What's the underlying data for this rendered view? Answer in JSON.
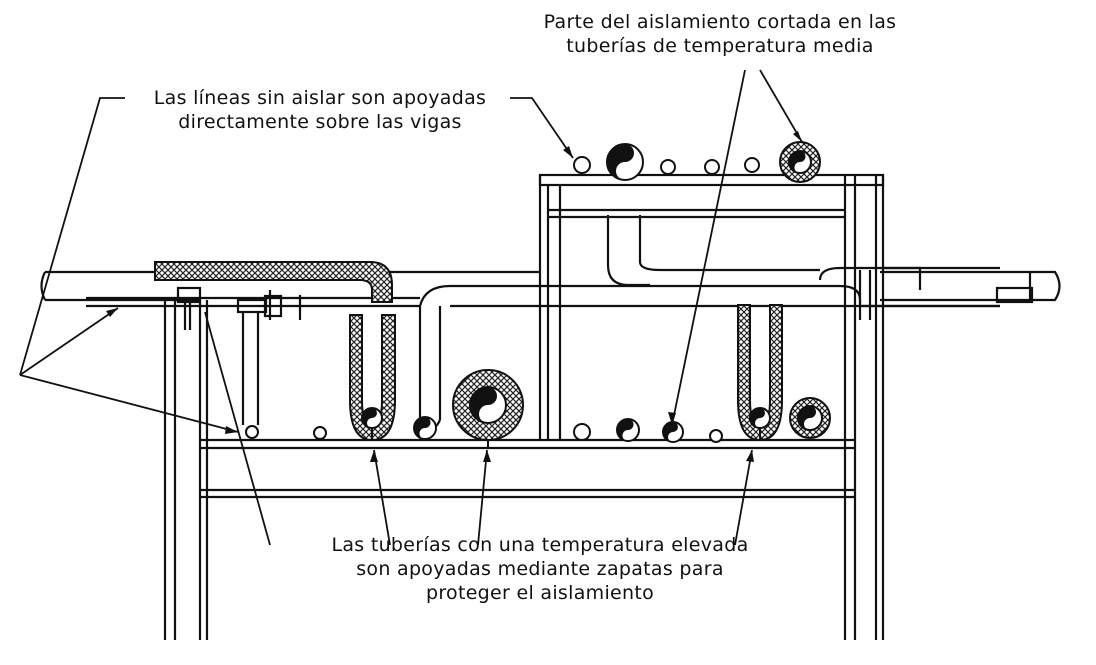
{
  "labels": {
    "top_right": {
      "line1": "Parte del aislamiento cortada en las",
      "line2": "tuberías de temperatura media"
    },
    "top_left": {
      "line1": "Las líneas sin aislar son apoyadas",
      "line2": "directamente sobre las vigas"
    },
    "bottom": {
      "line1": "Las tuberías con una temperatura elevada",
      "line2": "son apoyadas mediante zapatas para",
      "line3": "proteger el aislamiento"
    }
  },
  "colors": {
    "ink": "#111111",
    "paper": "#ffffff",
    "hatch": "#333333"
  }
}
